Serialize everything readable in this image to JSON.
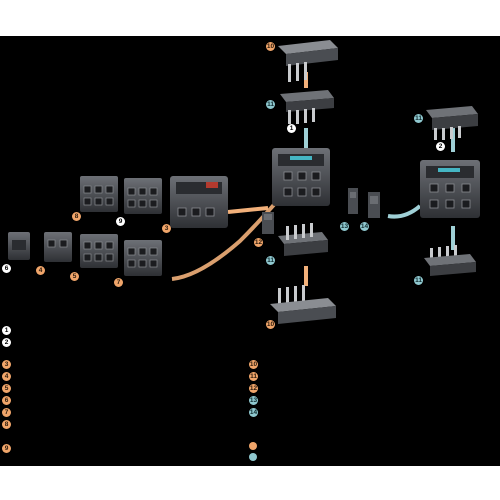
{
  "markers": {
    "m1": "1",
    "m2": "2",
    "m3": "3",
    "m4": "4",
    "m5": "5",
    "m6": "6",
    "m7": "7",
    "m8": "8",
    "m9": "9",
    "m10": "10",
    "m11": "11",
    "m12": "12",
    "m13": "13",
    "m14": "14"
  },
  "legend": {
    "left": [
      "1",
      "2",
      "3",
      "4",
      "5",
      "6",
      "7",
      "8",
      "9"
    ],
    "right": [
      "10",
      "11",
      "12",
      "13",
      "14"
    ]
  },
  "colors": {
    "background": "#000000",
    "page": "#ffffff",
    "orange_connector": "#f2b07a",
    "teal_connector": "#9fd0d6",
    "badge_white": "#ffffff",
    "badge_orange": "#f0a56a",
    "badge_teal": "#8fc8cf"
  }
}
